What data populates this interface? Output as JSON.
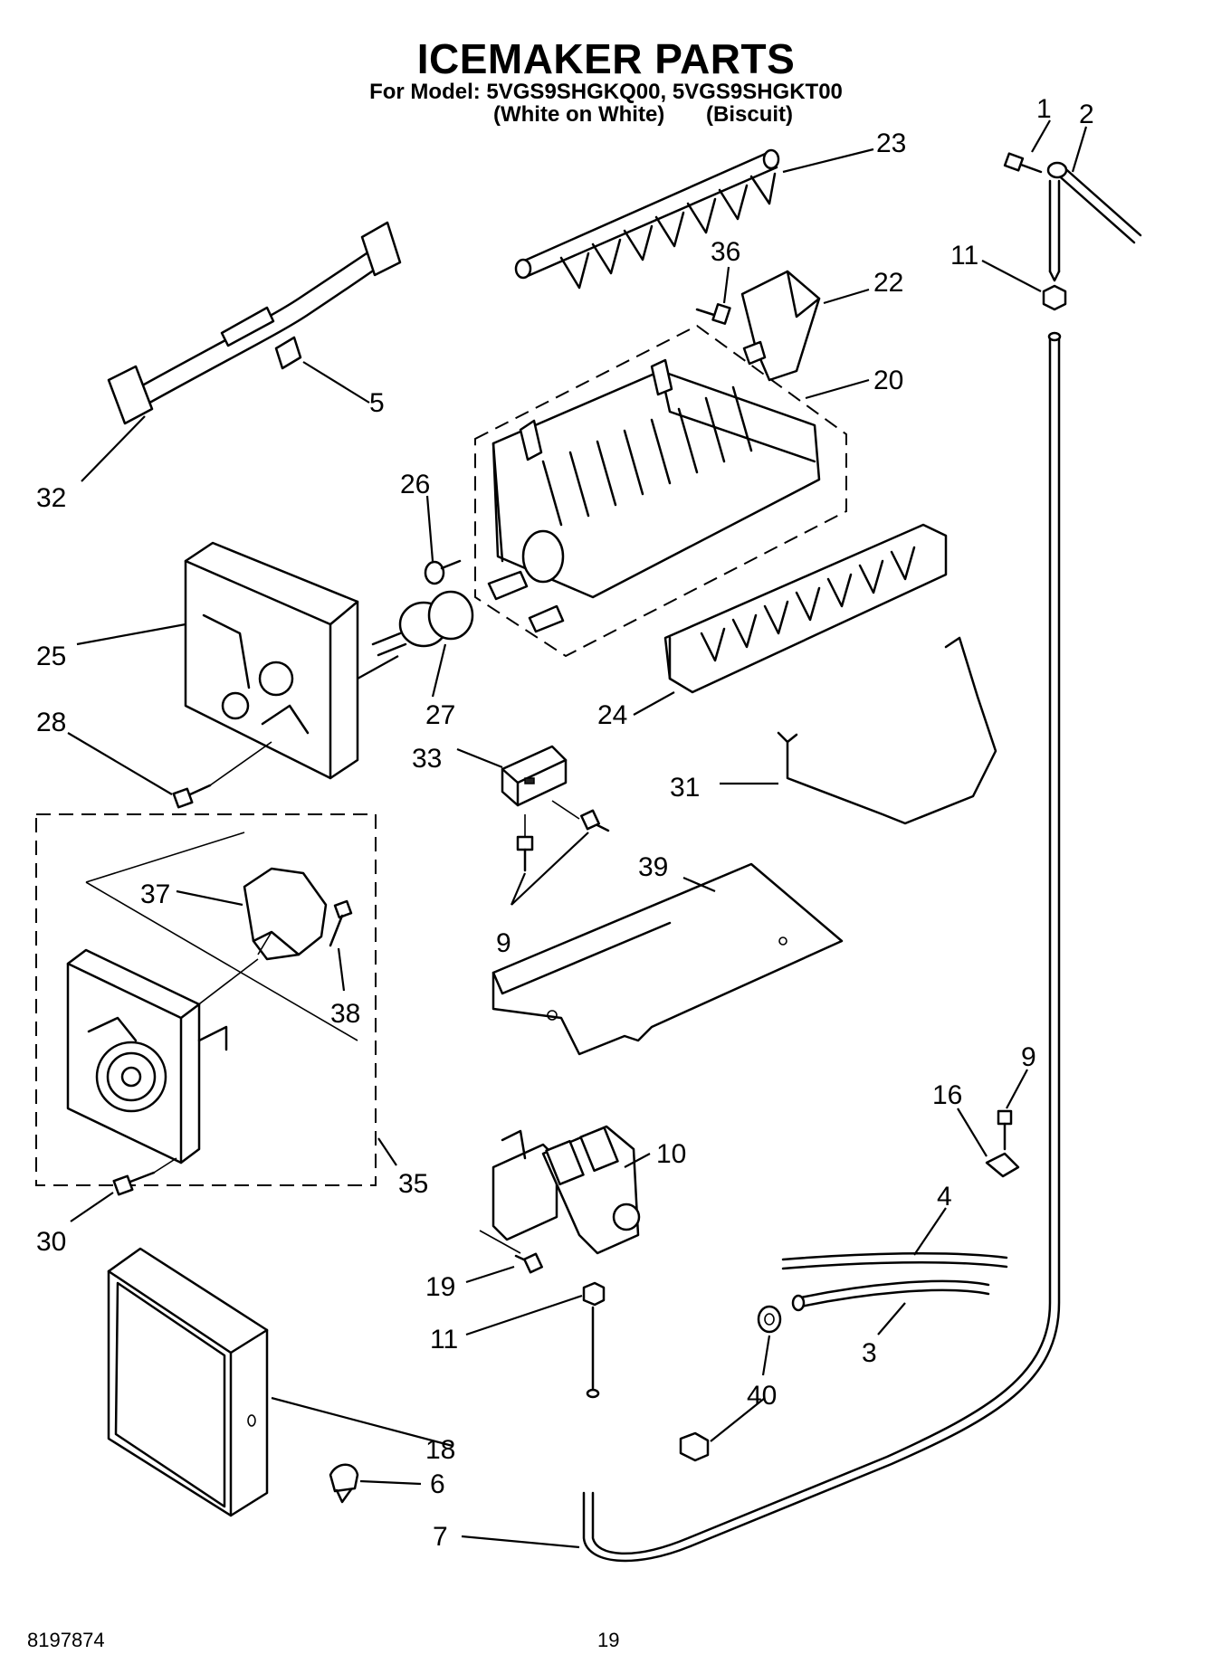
{
  "header": {
    "title": "ICEMAKER PARTS",
    "model_line": "For Model: 5VGS9SHGKQ00, 5VGS9SHGKT00",
    "variant_white": "(White on White)",
    "variant_biscuit": "(Biscuit)"
  },
  "footer": {
    "doc_number": "8197874",
    "page_number": "19"
  },
  "callouts": {
    "c1": "1",
    "c2": "2",
    "c23": "23",
    "c36": "36",
    "c22": "22",
    "c11a": "11",
    "c5": "5",
    "c32": "32",
    "c20": "20",
    "c26": "26",
    "c25": "25",
    "c27": "27",
    "c24": "24",
    "c28": "28",
    "c33": "33",
    "c31": "31",
    "c37": "37",
    "c39": "39",
    "c38": "38",
    "c9a": "9",
    "c9b": "9",
    "c16": "16",
    "c35": "35",
    "c10": "10",
    "c30": "30",
    "c4": "4",
    "c19": "19",
    "c11b": "11",
    "c3": "3",
    "c40": "40",
    "c18": "18",
    "c6": "6",
    "c7": "7"
  }
}
